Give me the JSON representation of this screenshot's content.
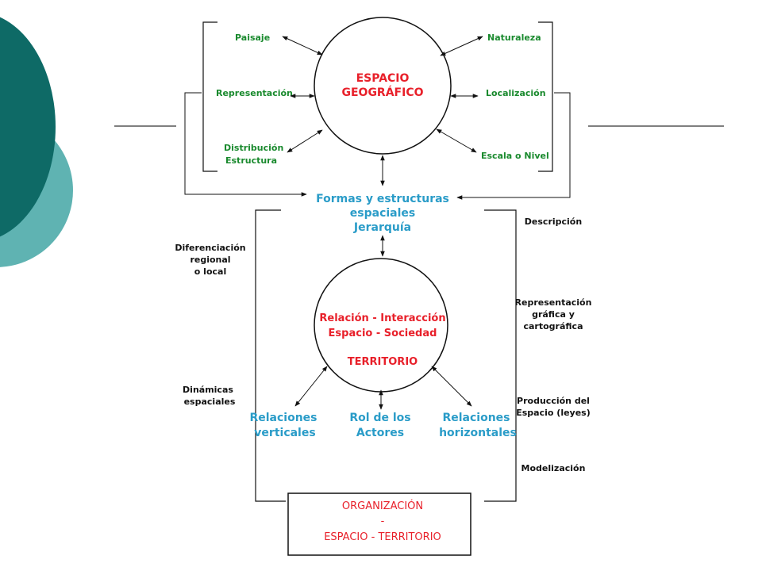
{
  "colors": {
    "green": "#1a8a2e",
    "red": "#e8202a",
    "blue": "#2a9cc8",
    "dark_teal": "#0e6a66",
    "light_teal": "#5fb3b2"
  },
  "top": {
    "circle": {
      "line1": "ESPACIO",
      "line2": "GEOGRÁFICO"
    },
    "left_labels": {
      "paisaje": "Paisaje",
      "representacion": "Representación",
      "distribucion": "Distribución",
      "estructura": "Estructura"
    },
    "right_labels": {
      "naturaleza": "Naturaleza",
      "localizacion": "Localización",
      "escala": "Escala o Nivel"
    }
  },
  "middle": {
    "line1": "Formas y estructuras",
    "line2": "espaciales",
    "line3": "Jerarquía"
  },
  "lower": {
    "circle": {
      "line1": "Relación - Interacción",
      "line2": "Espacio - Sociedad",
      "line3": "TERRITORIO"
    },
    "bottom_nodes": {
      "verticales": {
        "line1": "Relaciones",
        "line2": "verticales"
      },
      "actores": {
        "line1": "Rol de los",
        "line2": "Actores"
      },
      "horizontales": {
        "line1": "Relaciones",
        "line2": "horizontales"
      }
    },
    "left_labels": {
      "diferenciacion": {
        "line1": "Diferenciación",
        "line2": "regional",
        "line3": "o local"
      },
      "dinamicas": {
        "line1": "Dinámicas",
        "line2": "espaciales"
      }
    },
    "right_labels": {
      "descripcion": "Descripción",
      "representacion": {
        "line1": "Representación",
        "line2": "gráfica y",
        "line3": "cartográfica"
      },
      "produccion": {
        "line1": "Producción del",
        "line2": "Espacio (leyes)"
      },
      "modelizacion": "Modelización"
    }
  },
  "bottom_box": {
    "line1": "ORGANIZACIÓN",
    "line2": "-",
    "line3": "ESPACIO - TERRITORIO"
  }
}
